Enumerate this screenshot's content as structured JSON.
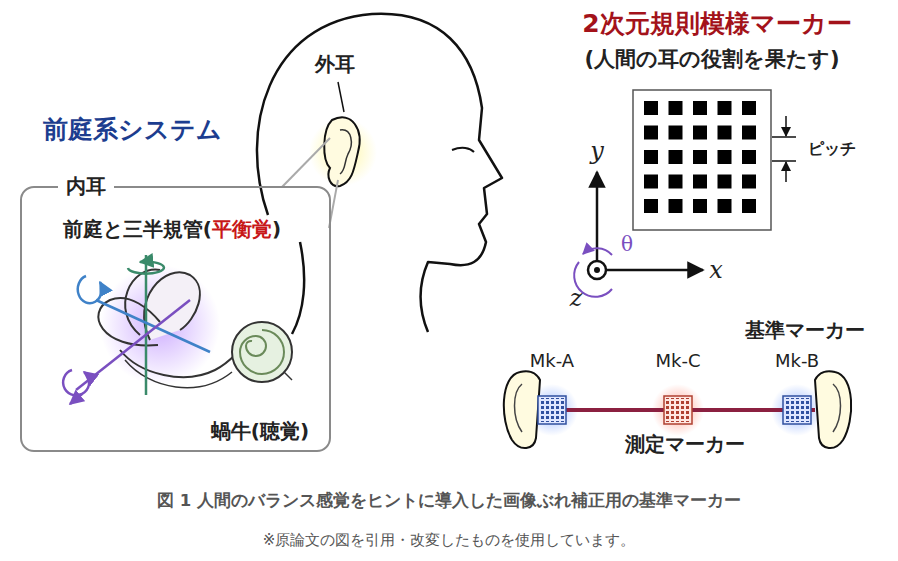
{
  "diagram": {
    "caption": "図 1 人間のバランス感覚をヒントに導入した画像ぶれ補正用の基準マーカー",
    "nodes": [
      {
        "text": [
          "内耳",
          "前庭と三半規管(平衡覚)",
          "蝸牛(聴覚)"
        ]
      }
    ],
    "labels": [
      "前庭系システム",
      "外耳",
      "2次元規則模様マーカー",
      "(人間の耳の役割を果たす)",
      "ピッチ",
      "y",
      "x",
      "z",
      "θ",
      "基準マーカー",
      "Mk-A",
      "Mk-C",
      "Mk-B",
      "測定マーカー",
      "※原論文の図を引用・改変したものを使用しています。"
    ]
  }
}
